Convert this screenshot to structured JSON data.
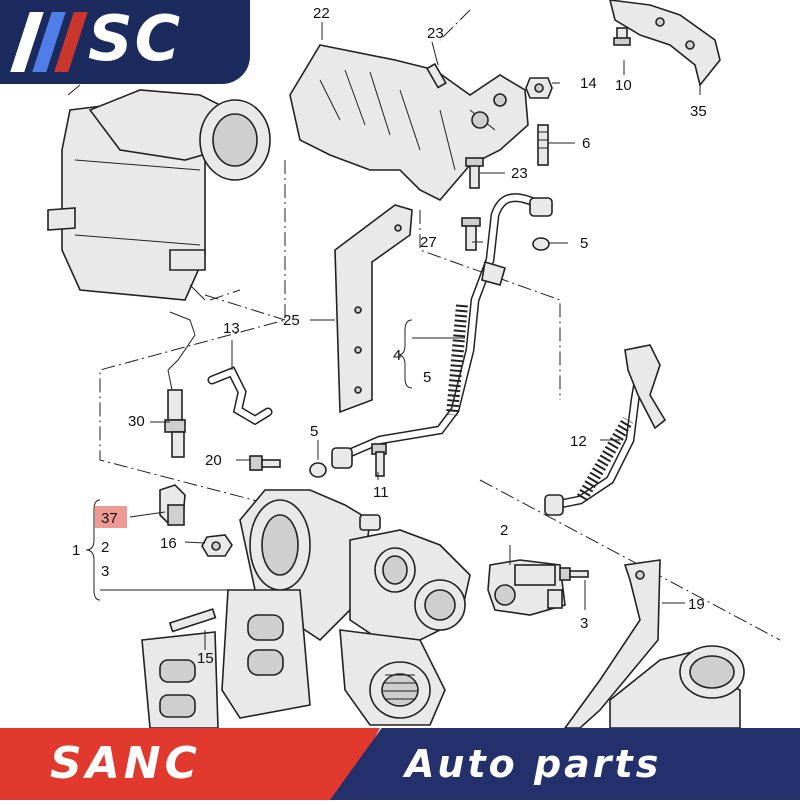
{
  "logo": {
    "text": "SC",
    "stripe_colors": [
      "#ffffff",
      "#4f7ee8",
      "#c8362c"
    ]
  },
  "banner": {
    "brand": "SANC",
    "tagline": "Auto parts",
    "left_color": "#e2392f",
    "right_color": "#23306b"
  },
  "callouts": {
    "c22": "22",
    "c23a": "23",
    "c14": "14",
    "c10": "10",
    "c35": "35",
    "c6": "6",
    "c23b": "23",
    "c27": "27",
    "c5a": "5",
    "c25": "25",
    "c13": "13",
    "c4": "4",
    "c5b": "5",
    "c30": "30",
    "c5c": "5",
    "c12": "12",
    "c20": "20",
    "c11": "11",
    "c37": "37",
    "c2": "2",
    "c16": "16",
    "c1": "1",
    "c2b": "2",
    "c3b": "3",
    "c19": "19",
    "c3": "3",
    "c15": "15"
  },
  "highlight": {
    "part": "37",
    "color": "#e0463c"
  }
}
